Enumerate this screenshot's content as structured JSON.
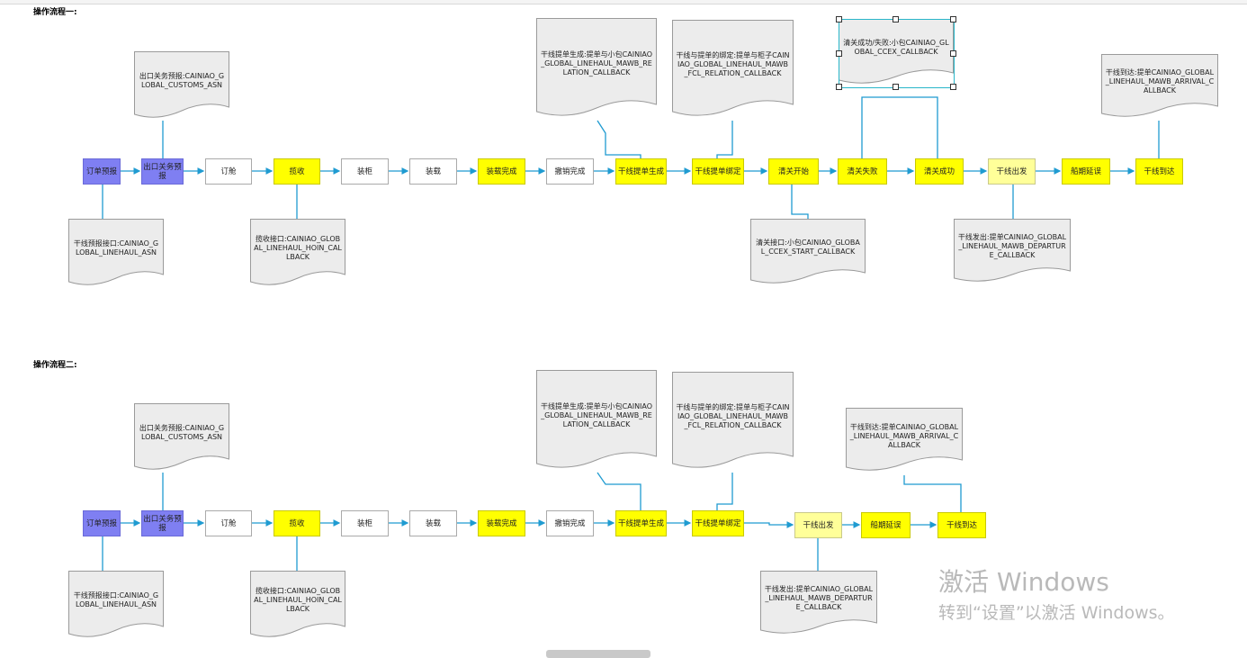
{
  "flow1": {
    "title": "操作流程一:",
    "nodes": [
      {
        "label": "订单预报",
        "color": "purple"
      },
      {
        "label": "出口关务预报",
        "color": "purple"
      },
      {
        "label": "订舱",
        "color": "white"
      },
      {
        "label": "揽收",
        "color": "yellow"
      },
      {
        "label": "装柜",
        "color": "white"
      },
      {
        "label": "装载",
        "color": "white"
      },
      {
        "label": "装载完成",
        "color": "yellow"
      },
      {
        "label": "撤销完成",
        "color": "white"
      },
      {
        "label": "干线提单生成",
        "color": "yellow"
      },
      {
        "label": "干线提单绑定",
        "color": "yellow"
      },
      {
        "label": "清关开始",
        "color": "yellow"
      },
      {
        "label": "清关失败",
        "color": "yellow"
      },
      {
        "label": "清关成功",
        "color": "yellow"
      },
      {
        "label": "干线出发",
        "color": "lightyellow"
      },
      {
        "label": "船期延误",
        "color": "yellow"
      },
      {
        "label": "干线到达",
        "color": "yellow"
      }
    ],
    "notes": [
      {
        "text": "出口关务预报:CAINIAO_GLOBAL_CUSTOMS_ASN"
      },
      {
        "text": "干线预报接口:CAINIAO_GLOBAL_LINEHAUL_ASN"
      },
      {
        "text": "揽收接口:CAINIAO_GLOBAL_LINEHAUL_HOIN_CALLBACK"
      },
      {
        "text": "干线提单生成:提单与小包CAINIAO_GLOBAL_LINEHAUL_MAWB_RELATION_CALLBACK"
      },
      {
        "text": "干线与提单的绑定:提单与柜子CAINIAO_GLOBAL_LINEHAUL_MAWB_FCL_RELATION_CALLBACK"
      },
      {
        "text": "清关接口:小包CAINIAO_GLOBAL_CCEX_START_CALLBACK"
      },
      {
        "text": "清关成功/失败:小包CAINIAO_GLOBAL_CCEX_CALLBACK"
      },
      {
        "text": "干线发出:提单CAINIAO_GLOBAL_LINEHAUL_MAWB_DEPARTURE_CALLBACK"
      },
      {
        "text": "干线到达:提单CAINIAO_GLOBAL_LINEHAUL_MAWB_ARRIVAL_CALLBACK"
      }
    ]
  },
  "flow2": {
    "title": "操作流程二:",
    "nodes": [
      {
        "label": "订单预报",
        "color": "purple"
      },
      {
        "label": "出口关务预报",
        "color": "purple"
      },
      {
        "label": "订舱",
        "color": "white"
      },
      {
        "label": "揽收",
        "color": "yellow"
      },
      {
        "label": "装柜",
        "color": "white"
      },
      {
        "label": "装载",
        "color": "white"
      },
      {
        "label": "装载完成",
        "color": "yellow"
      },
      {
        "label": "撤销完成",
        "color": "white"
      },
      {
        "label": "干线提单生成",
        "color": "yellow"
      },
      {
        "label": "干线提单绑定",
        "color": "yellow"
      },
      {
        "label": "干线出发",
        "color": "lightyellow"
      },
      {
        "label": "船期延误",
        "color": "yellow"
      },
      {
        "label": "干线到达",
        "color": "yellow"
      }
    ],
    "notes": [
      {
        "text": "出口关务预报:CAINIAO_GLOBAL_CUSTOMS_ASN"
      },
      {
        "text": "干线预报接口:CAINIAO_GLOBAL_LINEHAUL_ASN"
      },
      {
        "text": "揽收接口:CAINIAO_GLOBAL_LINEHAUL_HOIN_CALLBACK"
      },
      {
        "text": "干线提单生成:提单与小包CAINIAO_GLOBAL_LINEHAUL_MAWB_RELATION_CALLBACK"
      },
      {
        "text": "干线与提单的绑定:提单与柜子CAINIAO_GLOBAL_LINEHAUL_MAWB_FCL_RELATION_CALLBACK"
      },
      {
        "text": "干线发出:提单CAINIAO_GLOBAL_LINEHAUL_MAWB_DEPARTURE_CALLBACK"
      },
      {
        "text": "干线到达:提单CAINIAO_GLOBAL_LINEHAUL_MAWB_ARRIVAL_CALLBACK"
      }
    ]
  },
  "watermark": {
    "line1": "激活 Windows",
    "line2": "转到“设置”以激活 Windows。"
  },
  "colors": {
    "purple": "#7f7ff2",
    "yellow": "#ffff00",
    "lightyellow": "#ffff99",
    "white": "#ffffff",
    "connector": "#1f9bd1",
    "selection": "#29b6c9"
  }
}
